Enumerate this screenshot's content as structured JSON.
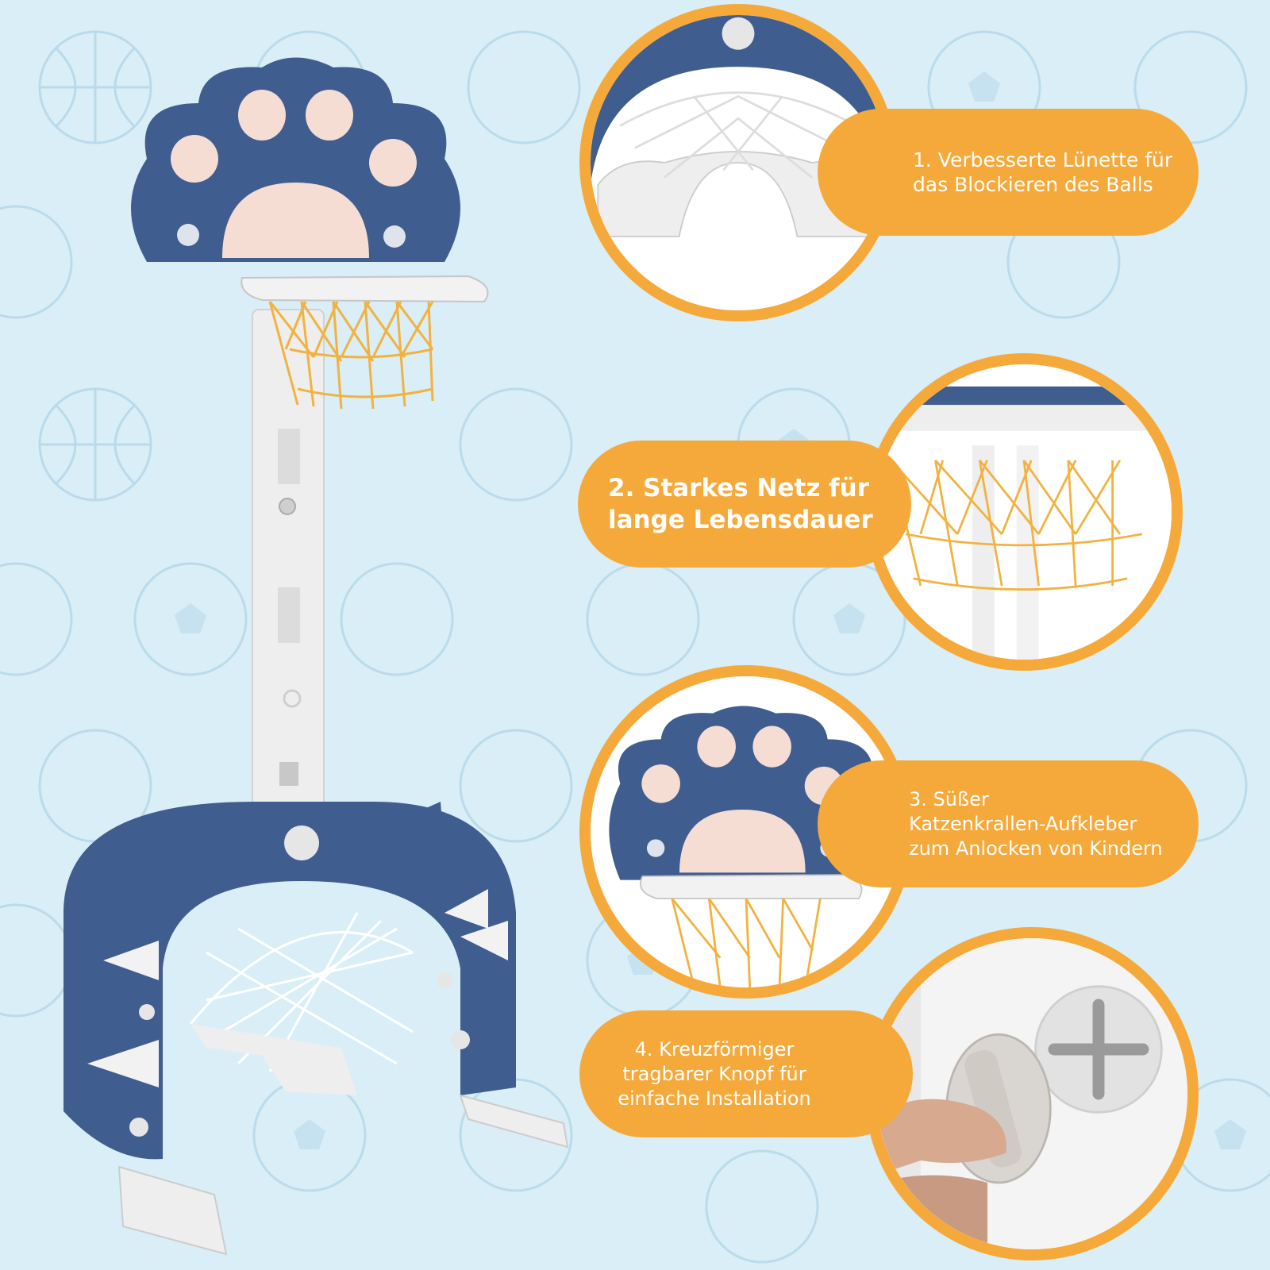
{
  "features": [
    {
      "label": "1. Verbesserte Lünette für\ndas Blockieren des Balls"
    },
    {
      "label": "2. Starkes Netz für\nlange Lebensdauer"
    },
    {
      "label": "3. Süßer\nKatzenkrallen-Aufkleber\nzum Anlocken von Kindern"
    },
    {
      "label": "4. Kreuzförmiger\ntragbarer Knopf für\neinfache Installation"
    }
  ],
  "colors": {
    "background": "#d9eef6",
    "accent": "#f5a93a",
    "product_blue": "#3f5d8f",
    "pad_pink": "#f6ddd3",
    "frame_white": "#f2f2f2",
    "net_orange": "#f2b240"
  }
}
